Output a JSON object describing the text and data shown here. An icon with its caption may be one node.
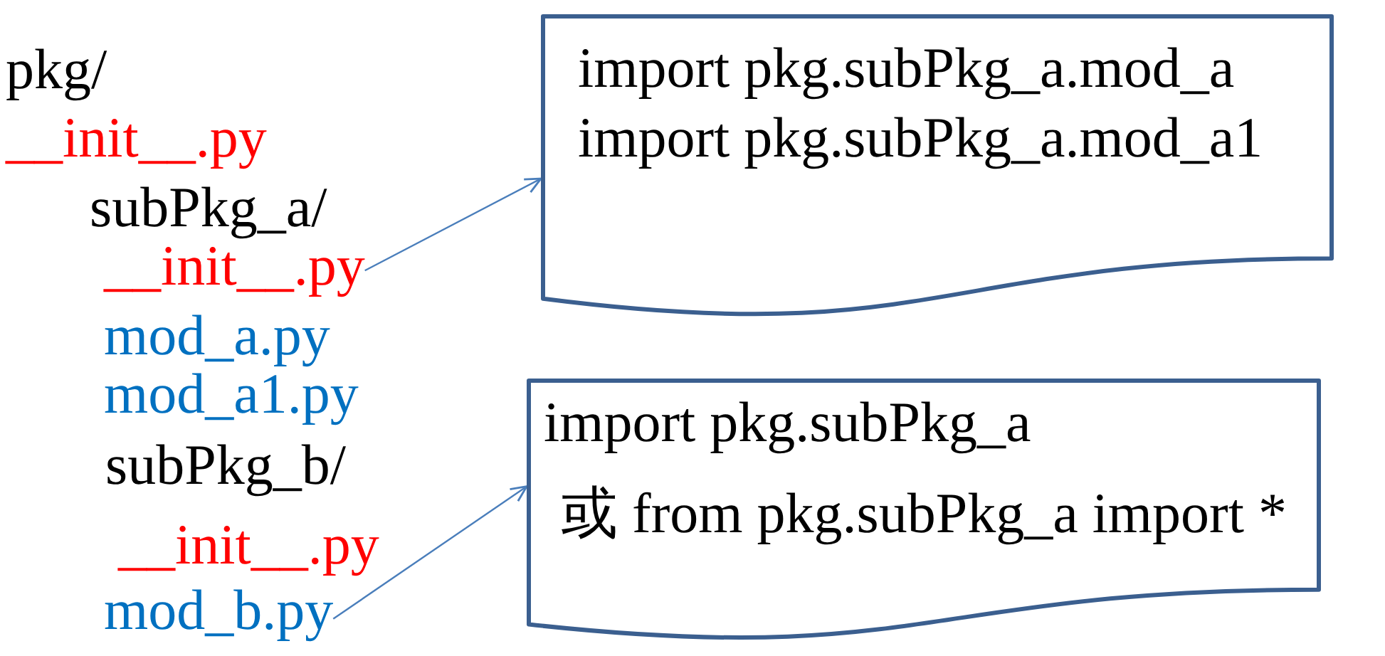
{
  "diagram": {
    "nodes": [
      {
        "text": [
          "__init__.py"
        ]
      },
      {
        "text": [
          "import pkg.subPkg_a.mod_a",
          "import pkg.subPkg_a.mod_a1"
        ]
      },
      {
        "text": [
          "mod_b.py"
        ]
      },
      {
        "text": [
          "import pkg.subPkg_a",
          "或 from pkg.subPkg_a import *"
        ]
      }
    ],
    "edges": [
      {
        "from": 0,
        "to": 1,
        "arrow": "to"
      },
      {
        "from": 2,
        "to": 3,
        "arrow": "to"
      }
    ],
    "labels": [
      "pkg/",
      "__init__.py",
      "subPkg_a/",
      "mod_a.py",
      "mod_a1.py",
      "subPkg_b/",
      "__init__.py"
    ]
  }
}
